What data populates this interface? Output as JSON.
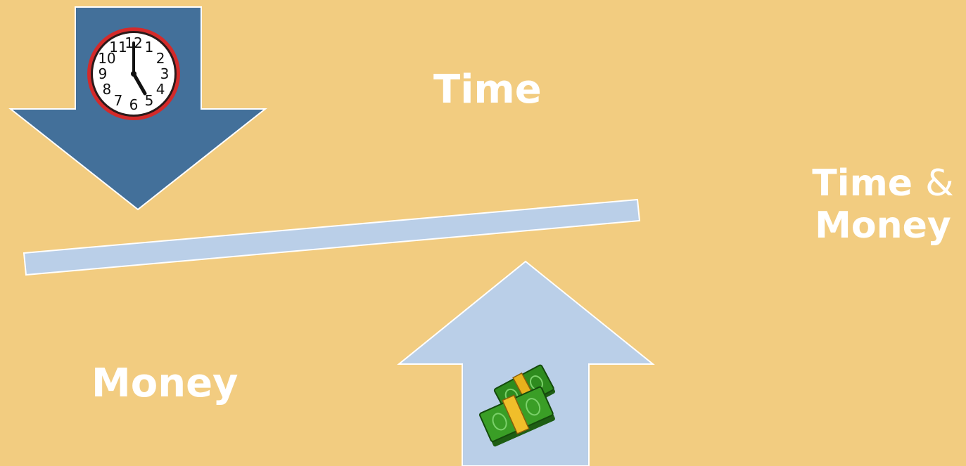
{
  "labels": {
    "time": "Time",
    "money": "Money",
    "time_and_money": {
      "line1_word": "Time",
      "line1_amp": "&",
      "line2": "Money"
    }
  },
  "clock": {
    "numerals": [
      "12",
      "1",
      "2",
      "3",
      "4",
      "5",
      "6",
      "7",
      "8",
      "9",
      "10",
      "11"
    ]
  },
  "colors": {
    "background": "#F2CC80",
    "down_arrow": "#43709A",
    "up_arrow": "#BACFE8",
    "beam": "#BACFE8",
    "outline": "#FFFFFF",
    "clock_rim": "#D42A2A",
    "money_green": "#2E8B1E",
    "money_band": "#E8B21C"
  }
}
